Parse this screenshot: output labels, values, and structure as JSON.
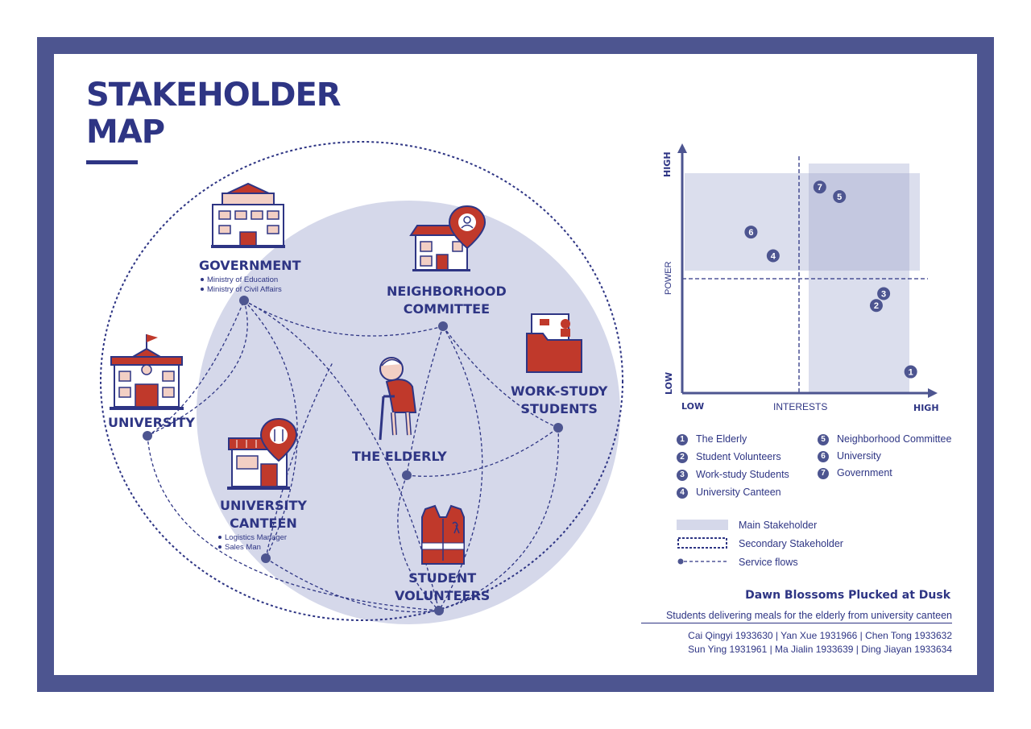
{
  "title": {
    "line1": "STAKEHOLDER",
    "line2": "MAP"
  },
  "colors": {
    "navy": "#2e3584",
    "frame": "#4d5590",
    "lavender": "#d5d8ea",
    "red": "#c0392b",
    "pink": "#f2cfc4"
  },
  "stakeholders": {
    "government": {
      "name": "GOVERNMENT",
      "subs": [
        "Ministry of Education",
        "Ministry of Civil Affairs"
      ],
      "icon": "government-building-icon"
    },
    "neighborhood": {
      "name_line1": "NEIGHBORHOOD",
      "name_line2": "COMMITTEE",
      "icon": "neighborhood-house-pin-icon"
    },
    "work_study": {
      "name_line1": "WORK-STUDY",
      "name_line2": "STUDENTS",
      "icon": "work-study-folder-icon"
    },
    "university": {
      "name": "UNIVERSITY",
      "icon": "university-building-flag-icon"
    },
    "elderly": {
      "name": "THE ELDERLY",
      "icon": "elderly-person-cane-icon"
    },
    "canteen": {
      "name_line1": "UNIVERSITY",
      "name_line2": "CANTEEN",
      "subs": [
        "Logistics Manager",
        "Sales Man"
      ],
      "icon": "canteen-shop-pin-icon"
    },
    "volunteers": {
      "name_line1": "STUDENT",
      "name_line2": "VOLUNTEERS",
      "icon": "volunteer-vest-icon"
    }
  },
  "matrix": {
    "y_high": "HIGH",
    "y_low": "LOW",
    "y_label": "POWER",
    "x_low": "LOW",
    "x_label": "INTERESTS",
    "x_high": "HIGH",
    "points": [
      {
        "id": "1",
        "interest": 0.93,
        "power": 0.09
      },
      {
        "id": "2",
        "interest": 0.79,
        "power": 0.37
      },
      {
        "id": "3",
        "interest": 0.82,
        "power": 0.42
      },
      {
        "id": "4",
        "interest": 0.37,
        "power": 0.58
      },
      {
        "id": "5",
        "interest": 0.64,
        "power": 0.83
      },
      {
        "id": "6",
        "interest": 0.28,
        "power": 0.68
      },
      {
        "id": "7",
        "interest": 0.56,
        "power": 0.87
      }
    ]
  },
  "legend": {
    "col1": [
      {
        "num": "1",
        "label": "The Elderly"
      },
      {
        "num": "2",
        "label": "Student Volunteers"
      },
      {
        "num": "3",
        "label": "Work-study Students"
      },
      {
        "num": "4",
        "label": "University Canteen"
      }
    ],
    "col2": [
      {
        "num": "5",
        "label": "Neighborhood Committee"
      },
      {
        "num": "6",
        "label": "University"
      },
      {
        "num": "7",
        "label": "Government"
      }
    ]
  },
  "key": {
    "main": "Main Stakeholder",
    "secondary": "Secondary Stakeholder",
    "flows": "Service flows"
  },
  "project": {
    "title": "Dawn Blossoms Plucked at Dusk",
    "desc": "Students delivering meals for the elderly from university canteen",
    "credits1": "Cai Qingyi 1933630 |  Yan Xue 1931966  |  Chen Tong  1933632",
    "credits2": "Sun Ying 1931961 |  Ma Jialin 1933639 |   Ding Jiayan 1933634"
  }
}
